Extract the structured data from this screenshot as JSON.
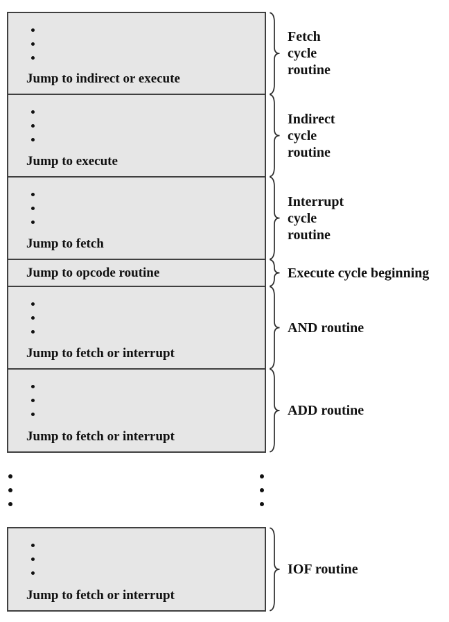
{
  "diagram": {
    "title": "microprogram-control-memory-layout",
    "blocks": [
      {
        "name": "fetch-cycle",
        "has_dots": true,
        "jump_label": "Jump to indirect or execute",
        "label_lines": [
          "Fetch",
          "cycle",
          "routine"
        ]
      },
      {
        "name": "indirect-cycle",
        "has_dots": true,
        "jump_label": "Jump to execute",
        "label_lines": [
          "Indirect",
          "cycle",
          "routine"
        ]
      },
      {
        "name": "interrupt-cycle",
        "has_dots": true,
        "jump_label": "Jump to fetch",
        "label_lines": [
          "Interrupt",
          "cycle",
          "routine"
        ]
      },
      {
        "name": "execute-begin",
        "has_dots": false,
        "jump_label": "Jump to opcode routine",
        "label_lines": [
          "Execute cycle beginning"
        ]
      },
      {
        "name": "and-routine",
        "has_dots": true,
        "jump_label": "Jump to fetch or interrupt",
        "label_lines": [
          "AND routine"
        ]
      },
      {
        "name": "add-routine",
        "has_dots": true,
        "jump_label": "Jump to fetch or interrupt",
        "label_lines": [
          "ADD routine"
        ]
      },
      {
        "name": "iof-routine",
        "has_dots": true,
        "jump_label": "Jump to fetch or interrupt",
        "label_lines": [
          "IOF routine"
        ]
      }
    ],
    "colors": {
      "block_fill": "#e6e6e6",
      "block_border": "#3f3f3f",
      "text": "#111111"
    }
  }
}
